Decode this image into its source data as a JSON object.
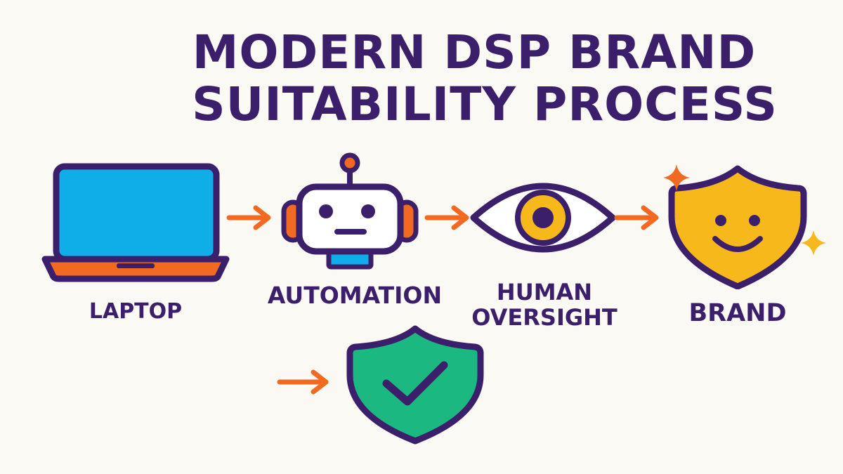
{
  "title": {
    "line1": "MODERN DSP BRAND",
    "line2": "SUITABILITY PROCESS"
  },
  "steps": [
    {
      "label": "LAPTOP",
      "icon": "laptop-icon"
    },
    {
      "label": "AUTOMATION",
      "icon": "robot-icon"
    },
    {
      "label_line1": "HUMAN",
      "label_line2": "OVERSIGHT",
      "icon": "eye-icon"
    },
    {
      "label": "BRAND",
      "icon": "smiling-shield-icon"
    }
  ],
  "extra_icon": "shield-check-icon",
  "colors": {
    "outline": "#3b1f6b",
    "arrow": "#f26a21",
    "laptop_screen": "#10aee8",
    "laptop_base": "#f26a21",
    "robot_ear": "#f26a21",
    "robot_neck": "#10aee8",
    "eye_iris": "#f6b81a",
    "brand_shield": "#f6b81a",
    "check_shield": "#1bb981",
    "background": "#fbf9f4"
  }
}
